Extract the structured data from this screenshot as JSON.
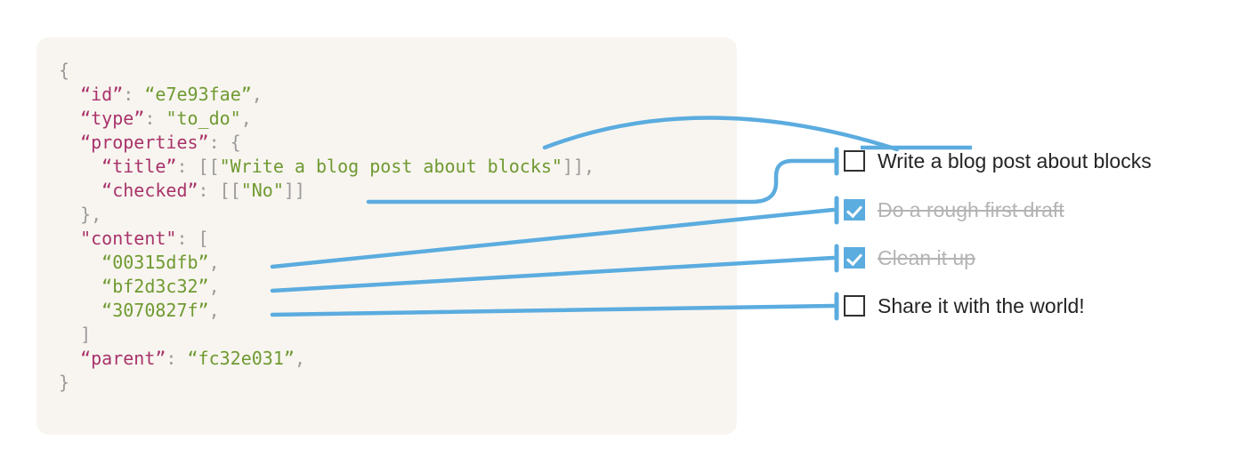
{
  "panel": {
    "background_color": "#f8f5f0",
    "code_lines": [
      {
        "indent": 0,
        "parts": [
          {
            "t": "{",
            "c": "punct"
          }
        ]
      },
      {
        "indent": 1,
        "parts": [
          {
            "t": "“id”",
            "c": "key"
          },
          {
            "t": ": ",
            "c": "punct"
          },
          {
            "t": "“e7e93fae”",
            "c": "str"
          },
          {
            "t": ",",
            "c": "punct"
          }
        ]
      },
      {
        "indent": 1,
        "parts": [
          {
            "t": "“type”",
            "c": "key"
          },
          {
            "t": ": ",
            "c": "punct"
          },
          {
            "t": "\"to_do\"",
            "c": "str"
          },
          {
            "t": ",",
            "c": "punct"
          }
        ]
      },
      {
        "indent": 1,
        "parts": [
          {
            "t": "“properties”",
            "c": "key"
          },
          {
            "t": ": {",
            "c": "punct"
          }
        ]
      },
      {
        "indent": 2,
        "parts": [
          {
            "t": "“title”",
            "c": "key"
          },
          {
            "t": ": [[",
            "c": "punct"
          },
          {
            "t": "\"Write a blog post about blocks\"",
            "c": "str"
          },
          {
            "t": "]],",
            "c": "punct"
          }
        ]
      },
      {
        "indent": 2,
        "parts": [
          {
            "t": "“checked”",
            "c": "key"
          },
          {
            "t": ": [[",
            "c": "punct"
          },
          {
            "t": "\"No\"",
            "c": "str"
          },
          {
            "t": "]]",
            "c": "punct"
          }
        ]
      },
      {
        "indent": 1,
        "parts": [
          {
            "t": "},",
            "c": "punct"
          }
        ]
      },
      {
        "indent": 1,
        "parts": [
          {
            "t": "\"content\"",
            "c": "key"
          },
          {
            "t": ": [",
            "c": "punct"
          }
        ]
      },
      {
        "indent": 2,
        "parts": [
          {
            "t": "“00315dfb”",
            "c": "str"
          },
          {
            "t": ",",
            "c": "punct"
          }
        ]
      },
      {
        "indent": 2,
        "parts": [
          {
            "t": "“bf2d3c32”",
            "c": "str"
          },
          {
            "t": ",",
            "c": "punct"
          }
        ]
      },
      {
        "indent": 2,
        "parts": [
          {
            "t": "“3070827f”",
            "c": "str"
          },
          {
            "t": ",",
            "c": "punct"
          }
        ]
      },
      {
        "indent": 1,
        "parts": [
          {
            "t": "]",
            "c": "punct"
          }
        ]
      },
      {
        "indent": 1,
        "parts": [
          {
            "t": "“parent”",
            "c": "key"
          },
          {
            "t": ": ",
            "c": "punct"
          },
          {
            "t": "“fc32e031”",
            "c": "str"
          },
          {
            "t": ",",
            "c": "punct"
          }
        ]
      },
      {
        "indent": 0,
        "parts": [
          {
            "t": "}",
            "c": "punct"
          }
        ]
      }
    ]
  },
  "todo_list": {
    "items": [
      {
        "label": "Write a blog post about blocks",
        "checked": false
      },
      {
        "label": "Do a rough first draft",
        "checked": true
      },
      {
        "label": "Clean it up",
        "checked": true
      },
      {
        "label": "Share it with the world!",
        "checked": false
      }
    ]
  },
  "colors": {
    "accent_blue": "#5bacdf",
    "key_magenta": "#a8336a",
    "string_green": "#6f9a31",
    "punct_gray": "#9a9a9a",
    "done_text_gray": "#b4b4b4",
    "text_dark": "#252525",
    "panel_bg": "#f8f5f0"
  },
  "connectors": {
    "description": "blue lines linking JSON fields to rendered to-do blocks",
    "links": [
      {
        "from": "title",
        "to": "item-0-text",
        "style": "arc"
      },
      {
        "from": "checked",
        "to": "item-0-checkbox",
        "style": "s-curve"
      },
      {
        "from": "content[0]",
        "to": "item-1",
        "style": "straight"
      },
      {
        "from": "content[1]",
        "to": "item-2",
        "style": "straight"
      },
      {
        "from": "content[2]",
        "to": "item-3",
        "style": "straight"
      }
    ]
  }
}
